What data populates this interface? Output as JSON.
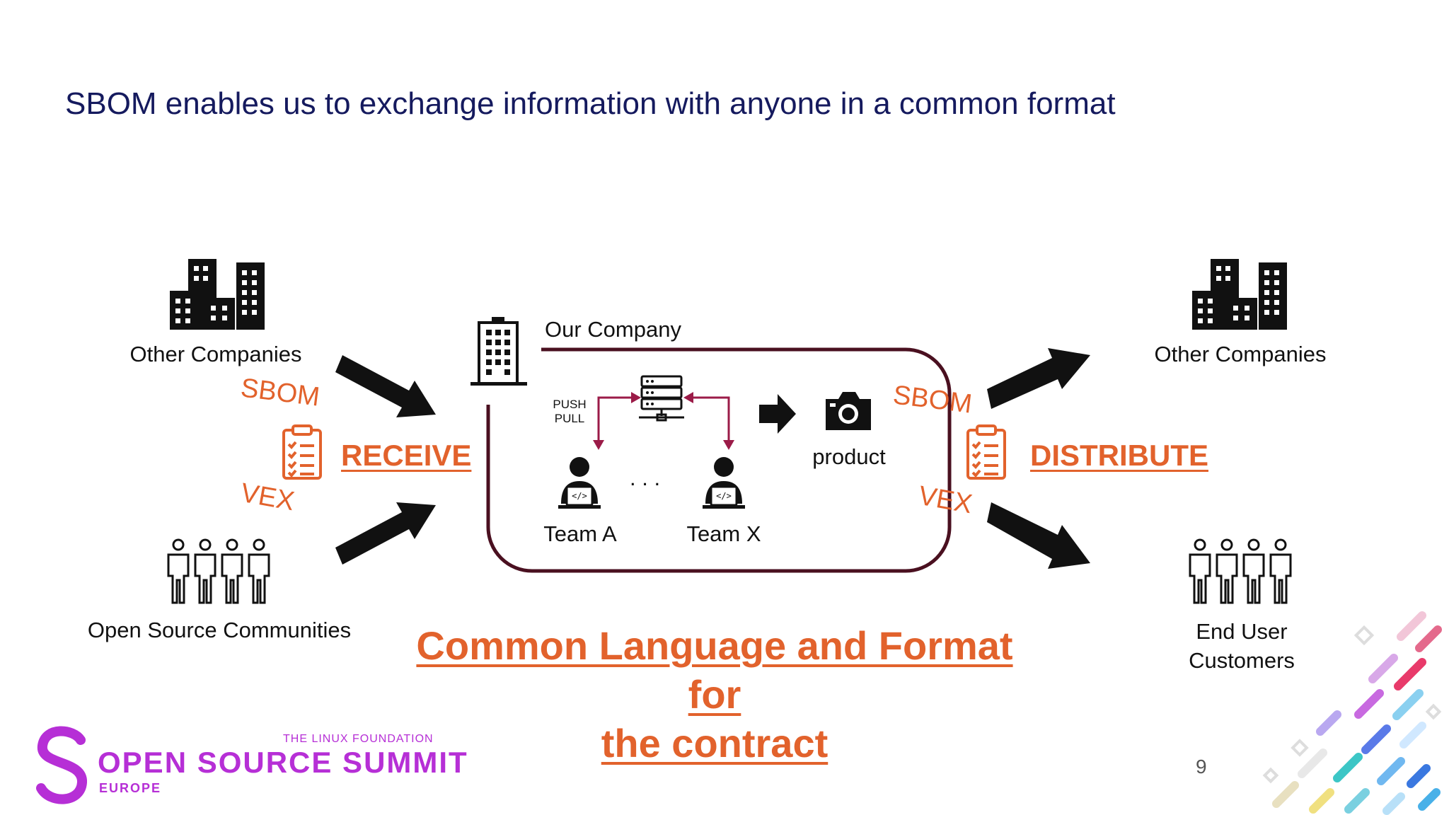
{
  "slide": {
    "title": "SBOM enables us to exchange information with anyone in a common format",
    "page_number": "9"
  },
  "left": {
    "companies_label": "Other Companies",
    "communities_label": "Open Source Communities",
    "sbom": "SBOM",
    "vex": "VEX",
    "action": "RECEIVE"
  },
  "center": {
    "company_label": "Our Company",
    "push": "PUSH",
    "pull": "PULL",
    "team_a": "Team A",
    "team_x": "Team X",
    "ellipsis": ". . .",
    "product_label": "product"
  },
  "right": {
    "companies_label": "Other Companies",
    "end_user_line1": "End User",
    "end_user_line2": "Customers",
    "sbom": "SBOM",
    "vex": "VEX",
    "action": "DISTRIBUTE"
  },
  "bottom": {
    "line1": "Common Language and Format",
    "line2": "for",
    "line3": "the contract"
  },
  "logo": {
    "foundation": "THE LINUX FOUNDATION",
    "summit": "OPEN SOURCE SUMMIT",
    "region": "EUROPE"
  },
  "colors": {
    "title": "#151a5e",
    "accent": "#e2622c",
    "frame": "#4a1020",
    "flow_arrow": "#9b1b48",
    "logo": "#b62fd6"
  }
}
